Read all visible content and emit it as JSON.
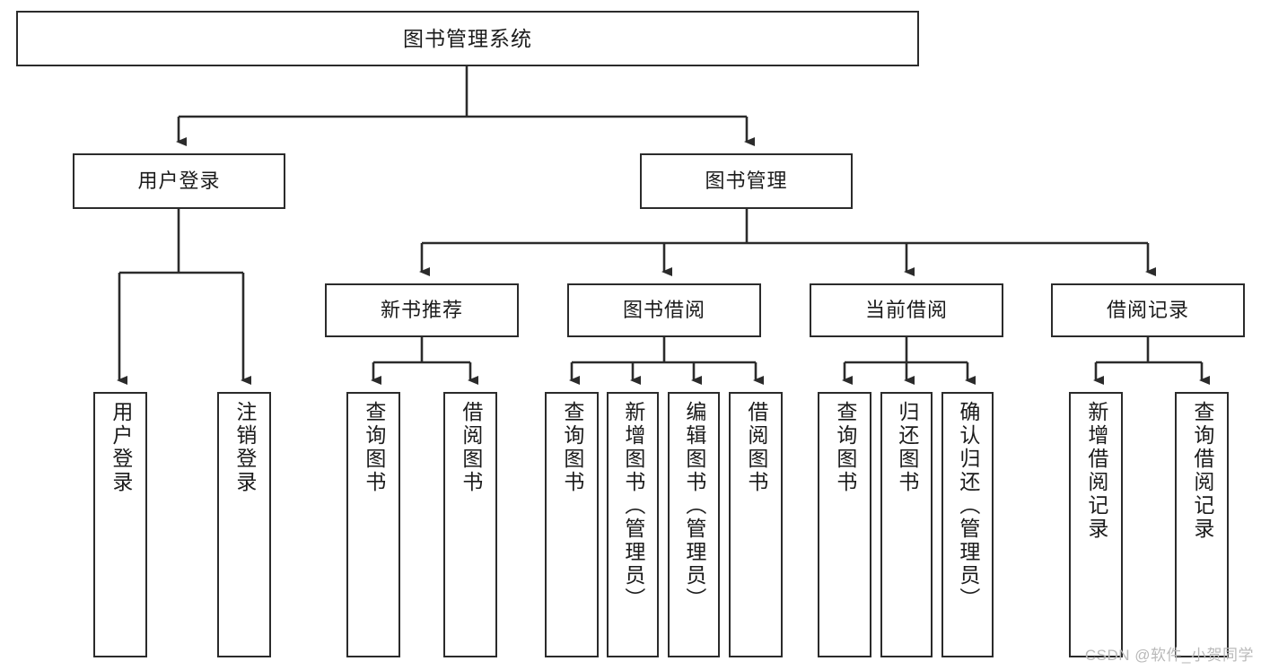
{
  "diagram": {
    "title": "图书管理系统",
    "type": "tree-hierarchy-chart",
    "orientation": "top-down",
    "box_fill": "#ffffff",
    "box_border": "#2b2b2b",
    "connector_color": "#2b2b2b",
    "nodes": {
      "root": {
        "label": "图书管理系统"
      },
      "level2": [
        {
          "label": "用户登录"
        },
        {
          "label": "图书管理"
        }
      ],
      "level3": [
        {
          "label": "新书推荐"
        },
        {
          "label": "图书借阅"
        },
        {
          "label": "当前借阅"
        },
        {
          "label": "借阅记录"
        }
      ],
      "leaves": {
        "user_login": [
          {
            "label": "用户登录"
          },
          {
            "label": "注销登录"
          }
        ],
        "new_book_recommend": [
          {
            "label": "查询图书"
          },
          {
            "label": "借阅图书"
          }
        ],
        "book_borrow": [
          {
            "label": "查询图书"
          },
          {
            "label": "新增图书（管理员）"
          },
          {
            "label": "编辑图书（管理员）"
          },
          {
            "label": "借阅图书"
          }
        ],
        "current_borrow": [
          {
            "label": "查询图书"
          },
          {
            "label": "归还图书"
          },
          {
            "label": "确认归还（管理员）"
          }
        ],
        "borrow_record": [
          {
            "label": "新增借阅记录"
          },
          {
            "label": "查询借阅记录"
          }
        ]
      }
    }
  },
  "watermark": {
    "text": "CSDN @软件_小贺同学"
  }
}
